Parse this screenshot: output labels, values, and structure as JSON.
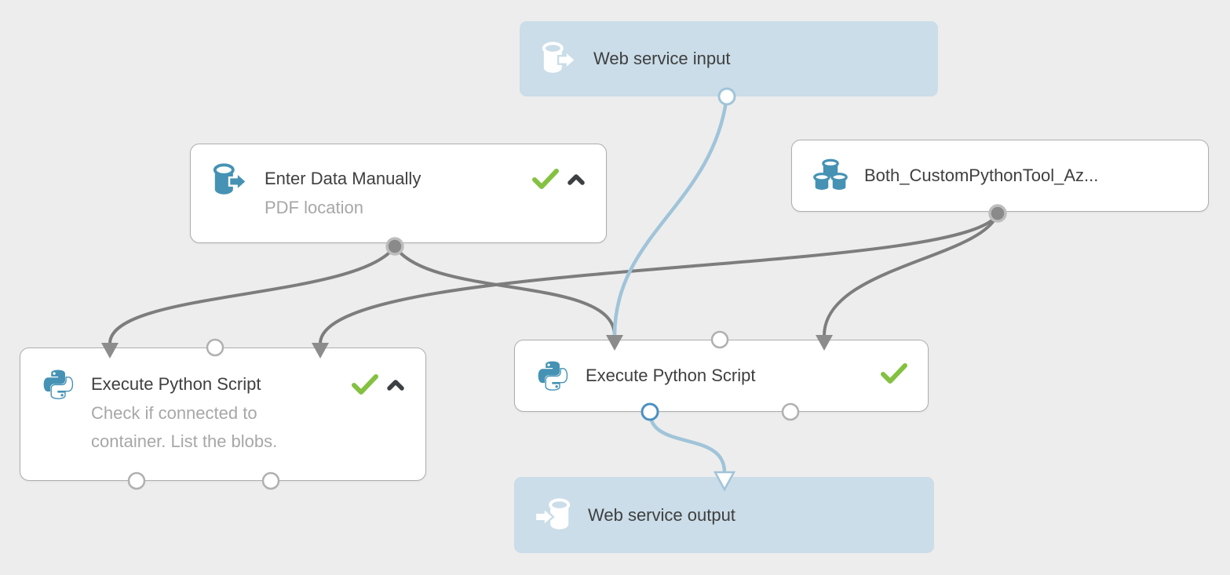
{
  "canvas": {
    "background": "#ededed"
  },
  "nodes": {
    "web_service_input": {
      "title": "Web service input",
      "icon": "web-service-input-icon"
    },
    "enter_data_manually": {
      "title": "Enter Data Manually",
      "subtitle": "PDF location",
      "icon": "enter-data-icon",
      "status": "completed",
      "status_icon": "green-check-icon",
      "collapse_icon": "chevron-up-icon"
    },
    "dataset": {
      "title": "Both_CustomPythonTool_Az...",
      "icon": "dataset-cylinders-icon"
    },
    "execute_python_left": {
      "title": "Execute Python Script",
      "subtitle": "Check if connected to container. List the blobs.",
      "icon": "python-icon",
      "status": "completed",
      "status_icon": "green-check-icon",
      "collapse_icon": "chevron-up-icon"
    },
    "execute_python_center": {
      "title": "Execute Python Script",
      "icon": "python-icon",
      "status": "completed",
      "status_icon": "green-check-icon"
    },
    "web_service_output": {
      "title": "Web service output",
      "icon": "web-service-output-icon"
    }
  },
  "connections": [
    {
      "from": "web_service_input",
      "from_port": "output",
      "to": "execute_python_center",
      "to_port": "input-1",
      "style": "blue"
    },
    {
      "from": "enter_data_manually",
      "from_port": "output",
      "to": "execute_python_left",
      "to_port": "input-1",
      "style": "gray"
    },
    {
      "from": "enter_data_manually",
      "from_port": "output",
      "to": "execute_python_center",
      "to_port": "input-1",
      "style": "gray"
    },
    {
      "from": "dataset",
      "from_port": "output",
      "to": "execute_python_left",
      "to_port": "input-3",
      "style": "gray"
    },
    {
      "from": "dataset",
      "from_port": "output",
      "to": "execute_python_center",
      "to_port": "input-3",
      "style": "gray"
    },
    {
      "from": "execute_python_center",
      "from_port": "output-1",
      "to": "web_service_output",
      "to_port": "input",
      "style": "blue"
    }
  ],
  "colors": {
    "canvas_background": "#ededed",
    "module_node_background": "#ffffff",
    "module_node_border": "#aeaeae",
    "io_node_background": "#cadde8",
    "module_icon_blue": "#4592b4",
    "edge_gray": "#7d7d7d",
    "edge_blue": "#a0c4d9",
    "status_check_green": "#84c141",
    "chevron_dark": "#3c4043",
    "title_text": "#3f3f3f",
    "subtitle_text": "#a7a7a7",
    "filled_port_gray": "#8a8a8a"
  }
}
